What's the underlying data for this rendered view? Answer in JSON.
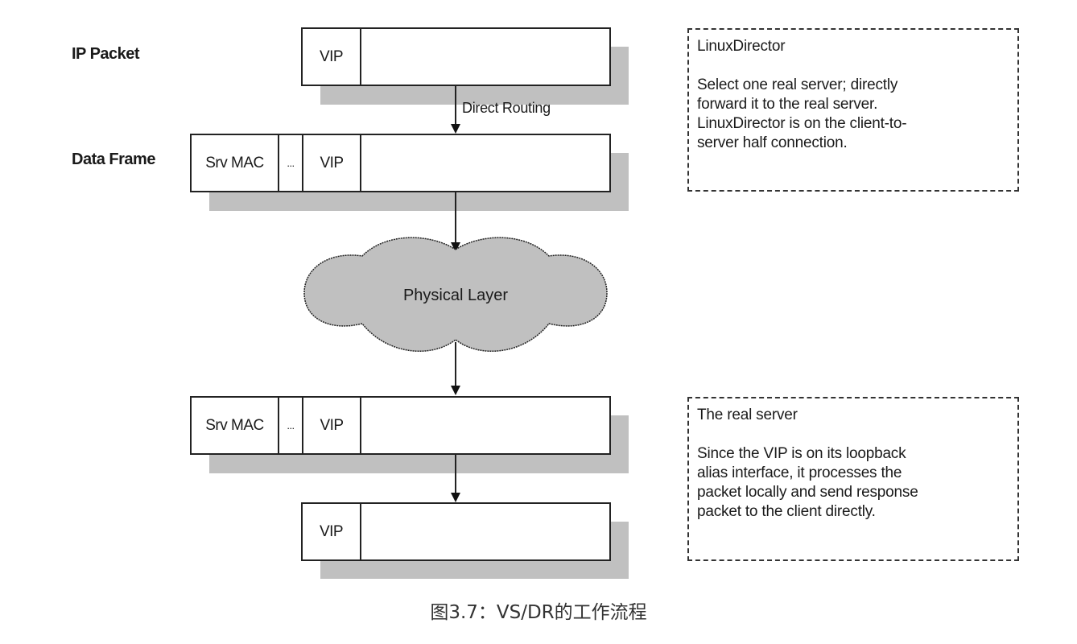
{
  "figure": {
    "caption": "图3.7：VS/DR的工作流程"
  },
  "rows": {
    "ip_packet_label": "IP Packet",
    "data_frame_label": "Data Frame"
  },
  "packets": [
    {
      "name": "ip-packet",
      "fields": [
        "VIP",
        ""
      ]
    },
    {
      "name": "data-frame",
      "fields": [
        "Srv MAC",
        "...",
        "VIP",
        ""
      ]
    },
    {
      "name": "received-frame",
      "fields": [
        "Srv MAC",
        "...",
        "VIP",
        ""
      ]
    },
    {
      "name": "received-ip-packet",
      "fields": [
        "VIP",
        ""
      ]
    }
  ],
  "edges": {
    "direct_routing": "Direct Routing"
  },
  "cloud": {
    "label": "Physical Layer"
  },
  "notes": [
    {
      "title": "LinuxDirector",
      "body": "Select one real server; directly\nforward it to the real server.\nLinuxDirector is on the client-to-\nserver half connection."
    },
    {
      "title": "The real server",
      "body": "Since the VIP is on its loopback\nalias interface, it processes the\npacket locally and send response\npacket to the client directly."
    }
  ],
  "colors": {
    "shadow": "#c0c0c0",
    "cloud_fill": "#c0c0c0",
    "stroke": "#222222"
  }
}
